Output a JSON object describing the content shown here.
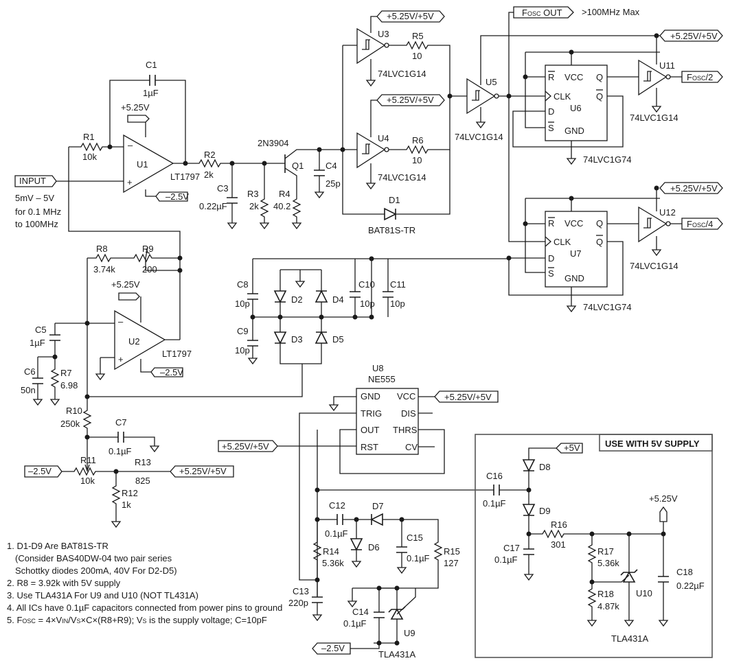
{
  "labels": {
    "c1": "C1",
    "c1v": "1µF",
    "p525a": "+5.25V",
    "r1": "R1",
    "r1v": "10k",
    "u1": "U1",
    "input": "INPUT",
    "inrange1": "5mV – 5V",
    "inrange2": "for 0.1 MHz",
    "inrange3": "to 100MHz",
    "lt1797a": "LT1797",
    "neg25a": "–2.5V",
    "r2": "R2",
    "r2v": "2k",
    "c3": "C3",
    "c3v": "0.22µF",
    "r3": "R3",
    "r3v": "2k",
    "r4": "R4",
    "r4v": "40.2",
    "q1": "Q1",
    "q1t": "2N3904",
    "c4": "C4",
    "c4v": "25p",
    "u3": "U3",
    "u3t": "74LVC1G14",
    "r5": "R5",
    "r5v": "10",
    "sup_u3": "+5.25V/+5V",
    "u4": "U4",
    "u4t": "74LVC1G14",
    "r6": "R6",
    "r6v": "10",
    "sup_u4": "+5.25V/+5V",
    "d1": "D1",
    "d1t": "BAT81S-TR",
    "u5": "U5",
    "u5t": "74LVC1G14",
    "fosc_out": "F",
    "fosc_sub": "OSC",
    "fosc_out2": " OUT",
    "fmax": ">100MHz Max",
    "sup_u6": "+5.25V/+5V",
    "sup_u7": "+5.25V/+5V",
    "u6": "U6",
    "u6t": "74LVC1G74",
    "u7": "U7",
    "u7t": "74LVC1G74",
    "rbar": "R",
    "vcc": "VCC",
    "q": "Q",
    "clk": "CLK",
    "qbar": "Q",
    "d": "D",
    "sbar": "S",
    "gnd": "GND",
    "u11": "U11",
    "u11t": "74LVC1G14",
    "u12": "U12",
    "u12t": "74LVC1G14",
    "fo2": "/2",
    "fo4": "/4",
    "r8": "R8",
    "r8v": "3.74k",
    "r9": "R9",
    "r9v": "200",
    "p525b": "+5.25V",
    "u2": "U2",
    "lt1797b": "LT1797",
    "neg25b": "–2.5V",
    "c5": "C5",
    "c5v": "1µF",
    "c6": "C6",
    "c6v": "50n",
    "r7": "R7",
    "r7v": "6.98",
    "c8": "C8",
    "c8v": "10p",
    "c9": "C9",
    "c9v": "10p",
    "c10": "C10",
    "c10v": "10p",
    "c11": "C11",
    "c11v": "10p",
    "d2": "D2",
    "d3": "D3",
    "d4": "D4",
    "d5": "D5",
    "r10": "R10",
    "r10v": "250k",
    "c7": "C7",
    "c7v": "0.1µF",
    "neg25c": "–2.5V",
    "r11": "R11",
    "r11v": "10k",
    "r13": "R13",
    "r13v": "825",
    "sup_r13": "+5.25V/+5V",
    "r12": "R12",
    "r12v": "1k",
    "u8": "U8",
    "u8t": "NE555",
    "p_gnd": "GND",
    "p_vcc": "VCC",
    "p_trig": "TRIG",
    "p_dis": "DIS",
    "p_out": "OUT",
    "p_thrs": "THRS",
    "p_rst": "RST",
    "p_cv": "CV",
    "sup_u8": "+5.25V/+5V",
    "sup_rst": "+5.25V/+5V",
    "c12": "C12",
    "c12v": "0.1µF",
    "d7": "D7",
    "d6": "D6",
    "c15": "C15",
    "c15v": "0.1µF",
    "r14": "R14",
    "r14v": "5.36k",
    "r15": "R15",
    "r15v": "127",
    "c13": "C13",
    "c13v": "220p",
    "c14": "C14",
    "c14v": "0.1µF",
    "u9": "U9",
    "u9t": "TLA431A",
    "neg25d": "–2.5V",
    "box_title": "USE WITH 5V SUPPLY",
    "p5v": "+5V",
    "d8": "D8",
    "d9": "D9",
    "c16": "C16",
    "c16v": "0.1µF",
    "c17": "C17",
    "c17v": "0.1µF",
    "r16": "R16",
    "r16v": "301",
    "p525c": "+5.25V",
    "r17": "R17",
    "r17v": "5.36k",
    "r18": "R18",
    "r18v": "4.87k",
    "u10": "U10",
    "u10t": "TLA431A",
    "c18": "C18",
    "c18v": "0.22µF"
  },
  "notes": [
    "1. D1-D9 Are BAT81S-TR",
    "(Consider BAS40DW-04 two pair series",
    "Schottky diodes 200mA, 40V For D2-D5)",
    "2. R8 = 3.92k with 5V supply",
    "3. Use TLA431A For U9 and U10 (NOT TL431A)",
    "4. All ICs have 0.1µF capacitors connected from power pins to ground"
  ],
  "note5": {
    "a": "5. F",
    "sub": "OSC",
    "b": " = 4×V",
    "sub2": "IN",
    "c": "/V",
    "sub3": "S",
    "d": "×C×(R8+R9); V",
    "sub4": "S",
    "e": " is the supply voltage; C=10pF"
  }
}
